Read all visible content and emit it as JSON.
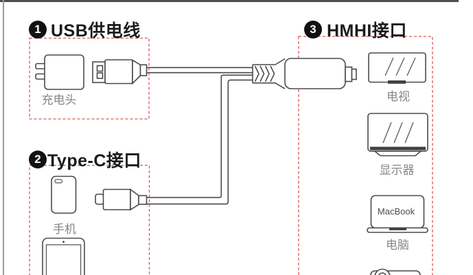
{
  "colors": {
    "line": "#4a4a4a",
    "dashed_box": "#dc5858",
    "heading_text": "#1b1b1b",
    "label_text": "#878787",
    "badge_bg": "#111111",
    "badge_text": "#ffffff",
    "background": "#ffffff"
  },
  "sections": {
    "usb": {
      "number": "1",
      "title": "USB供电线",
      "charger_label": "充电头"
    },
    "typec": {
      "number": "2",
      "title": "Type-C接口",
      "phone_label": "手机"
    },
    "hdmi": {
      "number": "3",
      "title": "HMHI接口",
      "tv_label": "电视",
      "monitor_label": "显示器",
      "laptop_brand": "MacBook",
      "laptop_label": "电脑"
    }
  }
}
